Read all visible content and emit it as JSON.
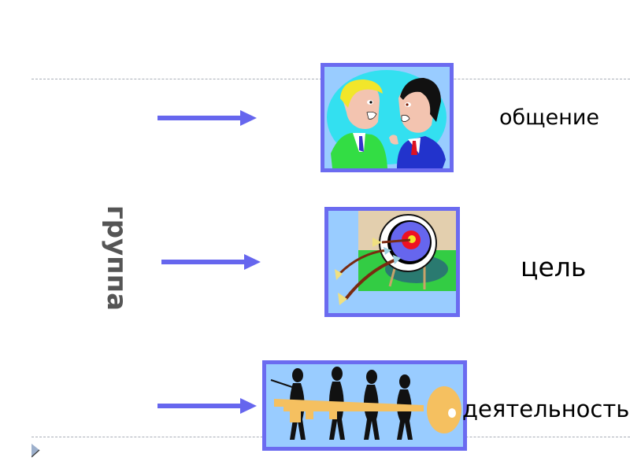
{
  "slide": {
    "vertical_title": "группа",
    "rows": [
      {
        "label": "общение",
        "picture_icon": "communication-people-icon"
      },
      {
        "label": "цель",
        "picture_icon": "target-arrows-icon"
      },
      {
        "label": "деятельность",
        "picture_icon": "people-carrying-key-icon"
      }
    ]
  },
  "colors": {
    "arrow": "#6666ee",
    "frame": "#6b6bf0",
    "picture_bg": "#99ccff",
    "vertical_title": "#555555"
  }
}
